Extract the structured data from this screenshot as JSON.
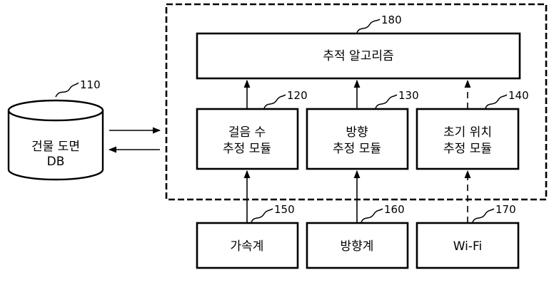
{
  "database": {
    "label_line1": "건물 도면",
    "label_line2": "DB",
    "ref": "110"
  },
  "system": {
    "tracking_algorithm": {
      "label": "추적 알고리즘",
      "ref": "180"
    },
    "step_module": {
      "label_line1": "걸음 수",
      "label_line2": "추정 모듈",
      "ref": "120"
    },
    "direction_module": {
      "label_line1": "방향",
      "label_line2": "추정 모듈",
      "ref": "130"
    },
    "initial_position_module": {
      "label_line1": "초기 위치",
      "label_line2": "추정 모듈",
      "ref": "140"
    }
  },
  "sensors": {
    "accelerometer": {
      "label": "가속계",
      "ref": "150"
    },
    "compass": {
      "label": "방향계",
      "ref": "160"
    },
    "wifi": {
      "label": "Wi-Fi",
      "ref": "170"
    }
  }
}
